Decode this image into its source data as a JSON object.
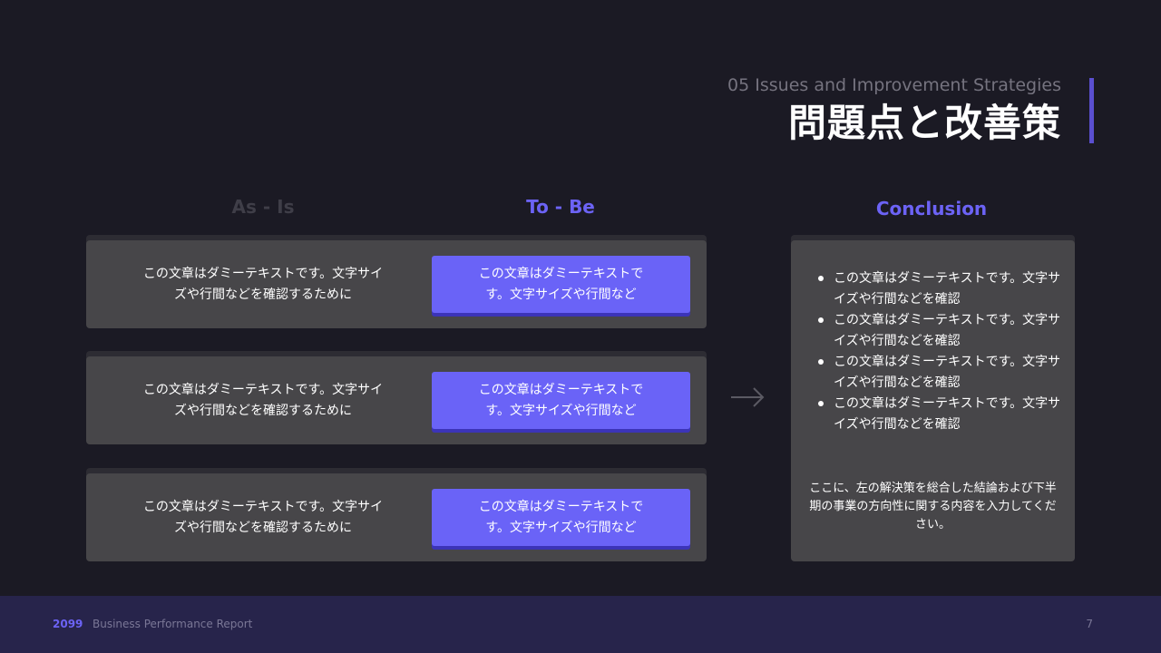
{
  "header": {
    "subtitle": "05 Issues and Improvement Strategies",
    "title": "問題点と改善策"
  },
  "columns": {
    "as_is": "As - Is",
    "to_be": "To - Be",
    "conclusion": "Conclusion"
  },
  "rows": [
    {
      "as_is": "この文章はダミーテキストです。文字サイズや行間などを確認するために",
      "to_be": "この文章はダミーテキストです。文字サイズや行間など"
    },
    {
      "as_is": "この文章はダミーテキストです。文字サイズや行間などを確認するために",
      "to_be": "この文章はダミーテキストです。文字サイズや行間など"
    },
    {
      "as_is": "この文章はダミーテキストです。文字サイズや行間などを確認するために",
      "to_be": "この文章はダミーテキストです。文字サイズや行間など"
    }
  ],
  "arrow_icon": "arrow-right-icon",
  "conclusion": {
    "bullets": [
      "この文章はダミーテキストです。文字サイズや行間などを確認",
      "この文章はダミーテキストです。文字サイズや行間などを確認",
      "この文章はダミーテキストです。文字サイズや行間などを確認",
      "この文章はダミーテキストです。文字サイズや行間などを確認"
    ],
    "summary": "ここに、左の解決策を総合した結論および下半期の事業の方向性に関する内容を入力してください。"
  },
  "footer": {
    "year": "2099",
    "report_name": "Business Performance Report",
    "page": "7"
  },
  "colors": {
    "background": "#1b1a24",
    "accent": "#6a63f7",
    "card": "#474649",
    "footer": "#27244b"
  }
}
